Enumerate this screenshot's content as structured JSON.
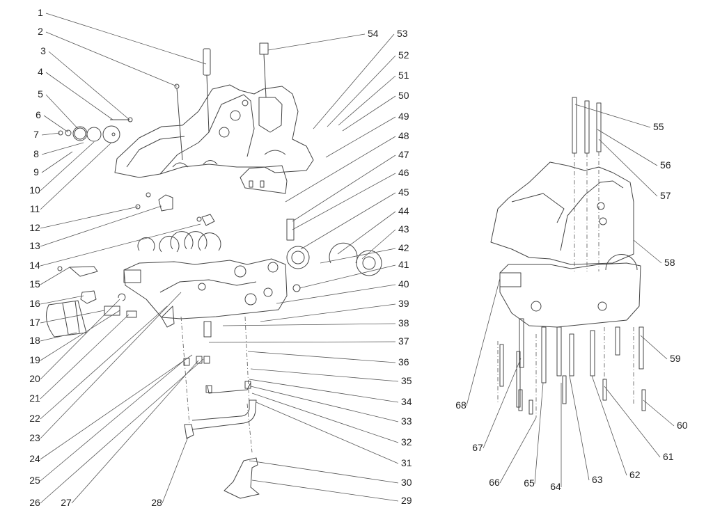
{
  "diagram": {
    "title": "Crankcase exploded view",
    "line_color": "#444444",
    "background": "#ffffff",
    "callouts": [
      {
        "n": "1"
      },
      {
        "n": "2"
      },
      {
        "n": "3"
      },
      {
        "n": "4"
      },
      {
        "n": "5"
      },
      {
        "n": "6"
      },
      {
        "n": "7"
      },
      {
        "n": "8"
      },
      {
        "n": "9"
      },
      {
        "n": "10"
      },
      {
        "n": "11"
      },
      {
        "n": "12"
      },
      {
        "n": "13"
      },
      {
        "n": "14"
      },
      {
        "n": "15"
      },
      {
        "n": "16"
      },
      {
        "n": "17"
      },
      {
        "n": "18"
      },
      {
        "n": "19"
      },
      {
        "n": "20"
      },
      {
        "n": "21"
      },
      {
        "n": "22"
      },
      {
        "n": "23"
      },
      {
        "n": "24"
      },
      {
        "n": "25"
      },
      {
        "n": "26"
      },
      {
        "n": "27"
      },
      {
        "n": "28"
      },
      {
        "n": "29"
      },
      {
        "n": "30"
      },
      {
        "n": "31"
      },
      {
        "n": "32"
      },
      {
        "n": "33"
      },
      {
        "n": "34"
      },
      {
        "n": "35"
      },
      {
        "n": "36"
      },
      {
        "n": "37"
      },
      {
        "n": "38"
      },
      {
        "n": "39"
      },
      {
        "n": "40"
      },
      {
        "n": "41"
      },
      {
        "n": "42"
      },
      {
        "n": "43"
      },
      {
        "n": "44"
      },
      {
        "n": "45"
      },
      {
        "n": "46"
      },
      {
        "n": "47"
      },
      {
        "n": "48"
      },
      {
        "n": "49"
      },
      {
        "n": "50"
      },
      {
        "n": "51"
      },
      {
        "n": "52"
      },
      {
        "n": "53"
      },
      {
        "n": "54"
      },
      {
        "n": "55"
      },
      {
        "n": "56"
      },
      {
        "n": "57"
      },
      {
        "n": "58"
      },
      {
        "n": "59"
      },
      {
        "n": "60"
      },
      {
        "n": "61"
      },
      {
        "n": "62"
      },
      {
        "n": "63"
      },
      {
        "n": "64"
      },
      {
        "n": "65"
      },
      {
        "n": "66"
      },
      {
        "n": "67"
      },
      {
        "n": "68"
      }
    ]
  }
}
